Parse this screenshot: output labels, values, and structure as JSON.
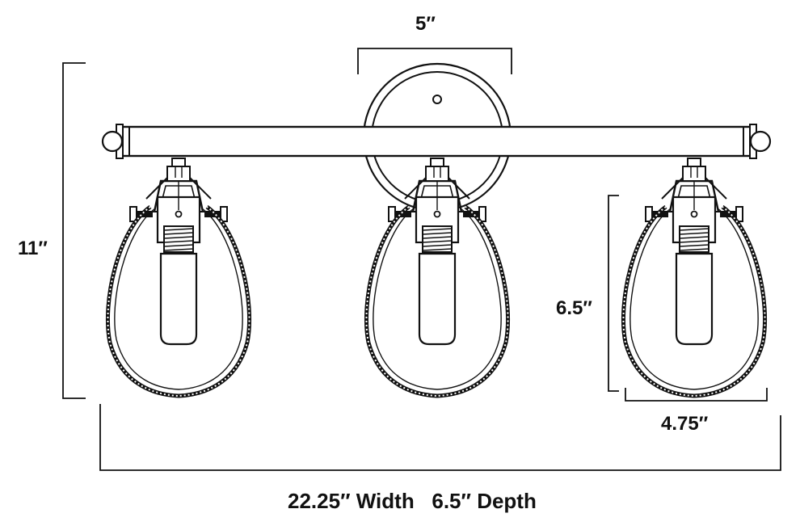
{
  "dimensions": {
    "backplate_width": "5″",
    "overall_height": "11″",
    "shade_height": "6.5″",
    "shade_width": "4.75″",
    "overall_caption": "22.25″ Width   6.5″ Depth"
  },
  "colors": {
    "line": "#111111",
    "background": "#ffffff"
  }
}
